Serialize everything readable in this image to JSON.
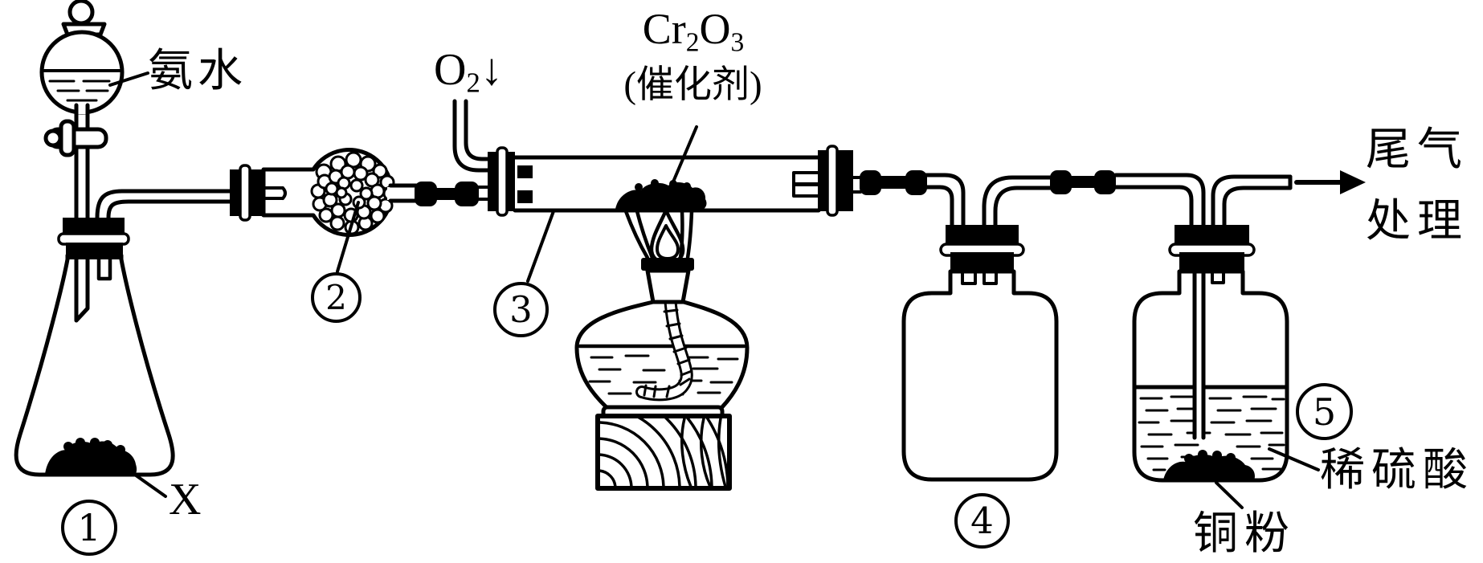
{
  "diagram": {
    "colors": {
      "ink": "#000000",
      "background": "#ffffff"
    },
    "labels": {
      "ammonia_water": "氨水",
      "oxygen": {
        "element": "O",
        "subscript": "2",
        "arrow": "↓"
      },
      "catalyst_formula": {
        "part1": "Cr",
        "sub1": "2",
        "part2": "O",
        "sub2": "3"
      },
      "catalyst_paren": "(催化剂)",
      "solid_x": "X",
      "tail_gas": {
        "line1": "尾气",
        "line2": "处理"
      },
      "dilute_sulfuric_acid": "稀硫酸",
      "copper_powder": "铜粉"
    },
    "step_numbers": [
      "1",
      "2",
      "3",
      "4",
      "5"
    ]
  }
}
